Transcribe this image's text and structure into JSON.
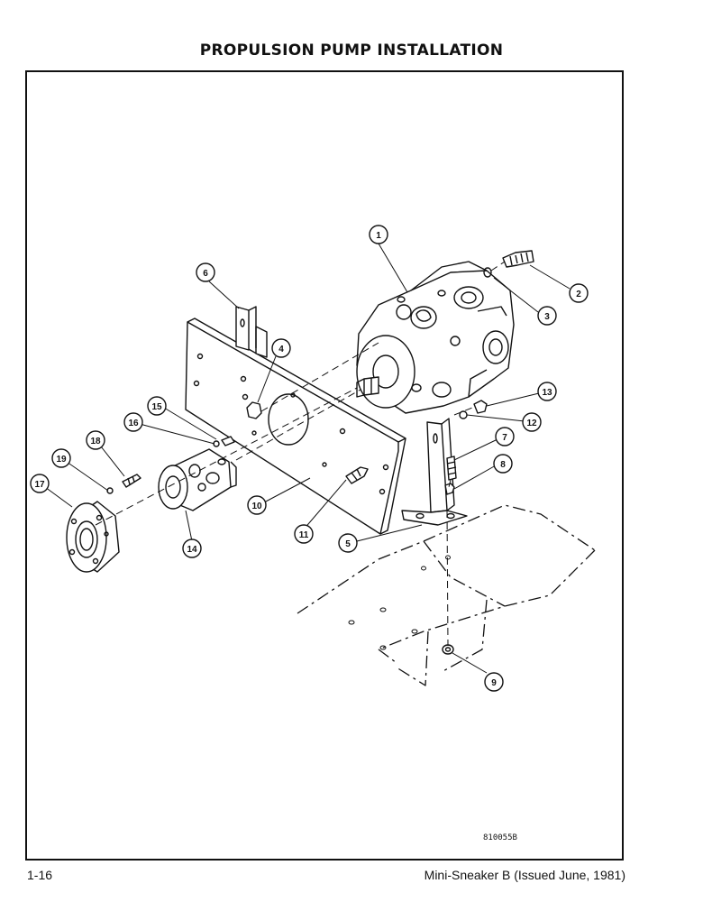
{
  "page": {
    "title": "PROPULSION PUMP INSTALLATION",
    "page_number": "1-16",
    "manual": "Mini-Sneaker B (Issued June, 1981)",
    "figure_id": "810055B"
  },
  "callouts": [
    {
      "id": "c1",
      "label": "1"
    },
    {
      "id": "c2",
      "label": "2"
    },
    {
      "id": "c3",
      "label": "3"
    },
    {
      "id": "c4",
      "label": "4"
    },
    {
      "id": "c5",
      "label": "5"
    },
    {
      "id": "c6",
      "label": "6"
    },
    {
      "id": "c7",
      "label": "7"
    },
    {
      "id": "c8",
      "label": "8"
    },
    {
      "id": "c9",
      "label": "9"
    },
    {
      "id": "c10",
      "label": "10"
    },
    {
      "id": "c11",
      "label": "11"
    },
    {
      "id": "c12",
      "label": "12"
    },
    {
      "id": "c13",
      "label": "13"
    },
    {
      "id": "c14",
      "label": "14"
    },
    {
      "id": "c15",
      "label": "15"
    },
    {
      "id": "c16",
      "label": "16"
    },
    {
      "id": "c17",
      "label": "17"
    },
    {
      "id": "c18",
      "label": "18"
    },
    {
      "id": "c19",
      "label": "19"
    }
  ]
}
